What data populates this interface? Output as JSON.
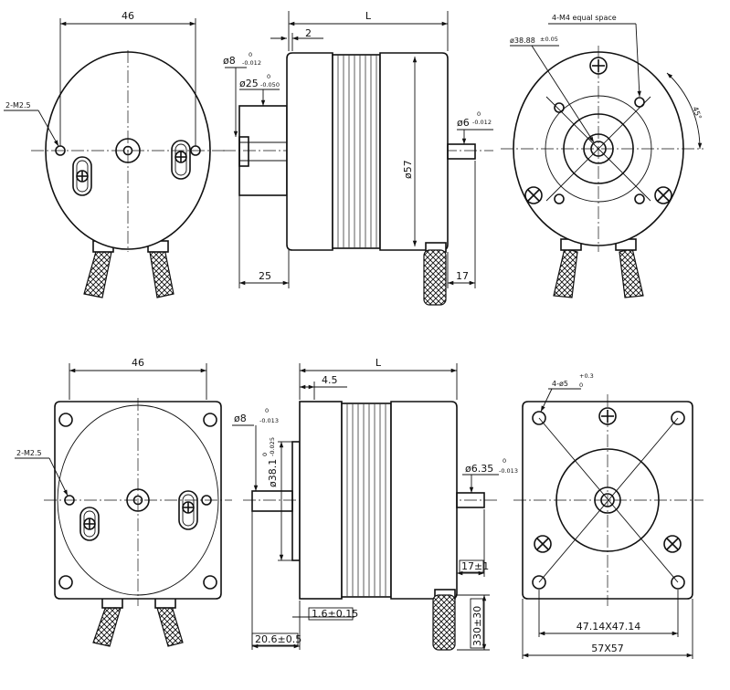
{
  "top_row": {
    "front_view": {
      "width_dim": "46",
      "thread_label": "2-M2.5"
    },
    "side_view": {
      "length_label": "L",
      "flange_dim": "2",
      "shaft_dia_main": "ø8",
      "shaft_tol_main_upper": "0",
      "shaft_tol_main_lower": "-0.012",
      "boss_dia_main": "ø25",
      "boss_tol_upper": "0",
      "boss_tol_lower": "-0.050",
      "body_dia": "ø57",
      "rear_shaft_dia_main": "ø6",
      "rear_shaft_tol_upper": "0",
      "rear_shaft_tol_lower": "-0.012",
      "shaft_length": "25",
      "rear_shaft_length": "17"
    },
    "rear_view": {
      "holes_label": "4-M4 equal space",
      "pcd_main": "ø38.88",
      "pcd_tol": "±0.05",
      "angle_label": "45°"
    }
  },
  "bottom_row": {
    "front_view": {
      "width_dim": "46",
      "thread_label": "2-M2.5"
    },
    "side_view": {
      "length_label": "L",
      "flange_dim": "4.5",
      "shaft_dia_main": "ø8",
      "shaft_tol_upper": "0",
      "shaft_tol_lower": "-0.013",
      "boss_dia_main": "ø38.1",
      "boss_tol_upper": "0",
      "boss_tol_lower": "-0.025",
      "rear_shaft_dia_main": "ø6.35",
      "rear_shaft_tol_upper": "0",
      "rear_shaft_tol_lower": "-0.013",
      "flange_thickness": "1.6±0.15",
      "shaft_length": "20.6±0.5",
      "rear_shaft_length": "17±1",
      "lead_length": "330±30"
    },
    "rear_view": {
      "holes_label": "4-ø5",
      "holes_tol_upper": "+0.3",
      "holes_tol_lower": "0",
      "hole_spacing": "47.14X47.14",
      "body_size": "57X57"
    }
  }
}
